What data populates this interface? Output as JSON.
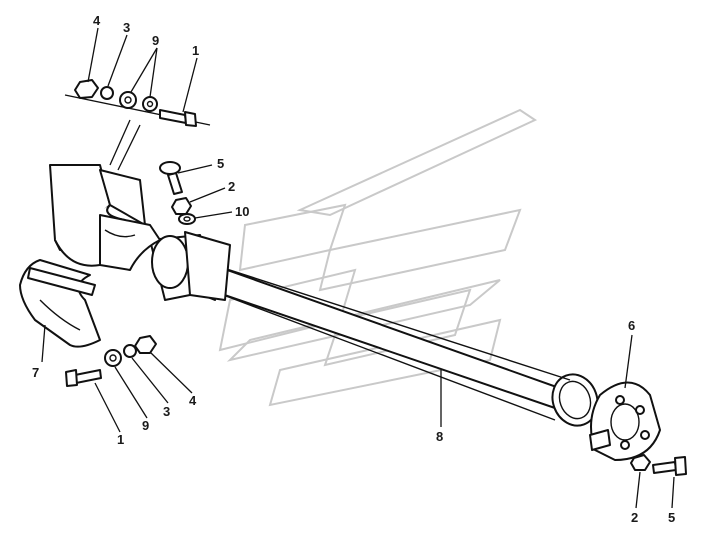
{
  "diagram": {
    "callouts": [
      {
        "id": "c-top-4",
        "text": "4"
      },
      {
        "id": "c-top-3",
        "text": "3"
      },
      {
        "id": "c-top-9",
        "text": "9"
      },
      {
        "id": "c-top-1",
        "text": "1"
      },
      {
        "id": "c-mid-5",
        "text": "5"
      },
      {
        "id": "c-mid-2",
        "text": "2"
      },
      {
        "id": "c-mid-10",
        "text": "10"
      },
      {
        "id": "c-left-7",
        "text": "7"
      },
      {
        "id": "c-low-1",
        "text": "1"
      },
      {
        "id": "c-low-9",
        "text": "9"
      },
      {
        "id": "c-low-3",
        "text": "3"
      },
      {
        "id": "c-low-4",
        "text": "4"
      },
      {
        "id": "c-tube-8",
        "text": "8"
      },
      {
        "id": "c-flange-6",
        "text": "6"
      },
      {
        "id": "c-bot-2",
        "text": "2"
      },
      {
        "id": "c-bot-5",
        "text": "5"
      }
    ]
  }
}
